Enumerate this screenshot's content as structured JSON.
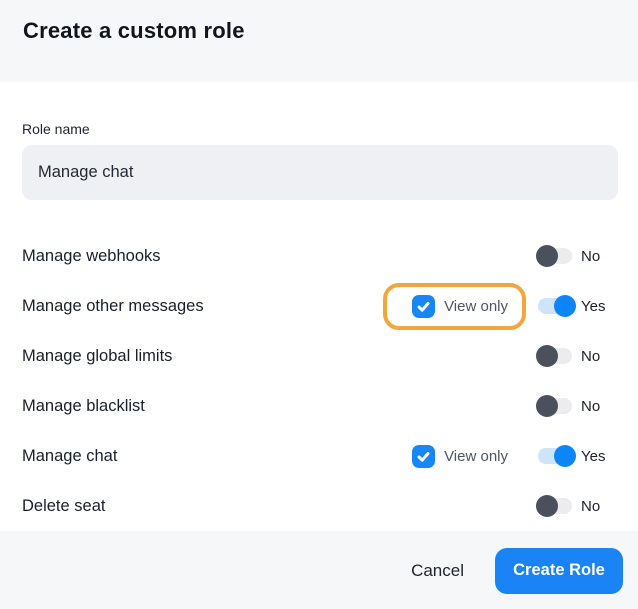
{
  "dialog": {
    "title": "Create a custom role"
  },
  "form": {
    "role_name_label": "Role name",
    "role_name_value": "Manage chat"
  },
  "permissions": [
    {
      "label": "Manage webhooks",
      "toggle_state": "off",
      "toggle_label": "No"
    },
    {
      "label": "Manage other messages",
      "toggle_state": "on",
      "toggle_label": "Yes",
      "view_only_label": "View only",
      "view_only_checked": true,
      "highlighted": true
    },
    {
      "label": "Manage global limits",
      "toggle_state": "off",
      "toggle_label": "No"
    },
    {
      "label": "Manage blacklist",
      "toggle_state": "off",
      "toggle_label": "No"
    },
    {
      "label": "Manage chat",
      "toggle_state": "on",
      "toggle_label": "Yes",
      "view_only_label": "View only",
      "view_only_checked": true,
      "highlighted": false
    },
    {
      "label": "Delete seat",
      "toggle_state": "off",
      "toggle_label": "No"
    }
  ],
  "footer": {
    "cancel_label": "Cancel",
    "create_label": "Create Role"
  },
  "colors": {
    "accent_blue": "#1a84f6",
    "toggle_on_knob": "#0c85f8",
    "toggle_on_track": "#cfe3fa",
    "toggle_off_knob": "#4a515d",
    "toggle_off_track": "#ececee",
    "checkbox_blue": "#1787f8",
    "highlight_orange": "#f1a73c",
    "panel_gray": "#f6f7f9"
  }
}
